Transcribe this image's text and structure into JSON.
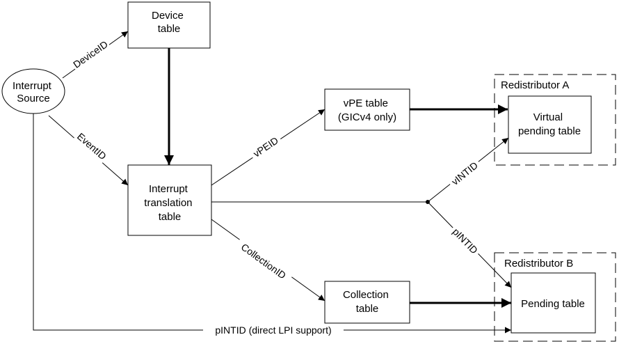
{
  "nodes": {
    "interrupt_source": [
      "Interrupt",
      "Source"
    ],
    "device_table": [
      "Device",
      "table"
    ],
    "itt": [
      "Interrupt",
      "translation",
      "table"
    ],
    "vpe_table": [
      "vPE table",
      "(GICv4 only)"
    ],
    "collection_table": [
      "Collection",
      "table"
    ],
    "redistributor_a": "Redistributor A",
    "virtual_pending_table": [
      "Virtual",
      "pending table"
    ],
    "redistributor_b": "Redistributor B",
    "pending_table": [
      "Pending table"
    ]
  },
  "edges": {
    "device_id": "DeviceID",
    "event_id": "EventID",
    "vpe_id": "vPEID",
    "collection_id": "CollectionID",
    "vintid": "vINTID",
    "pintid": "pINTID",
    "pintid_direct": "pINTID (direct LPI support)"
  }
}
